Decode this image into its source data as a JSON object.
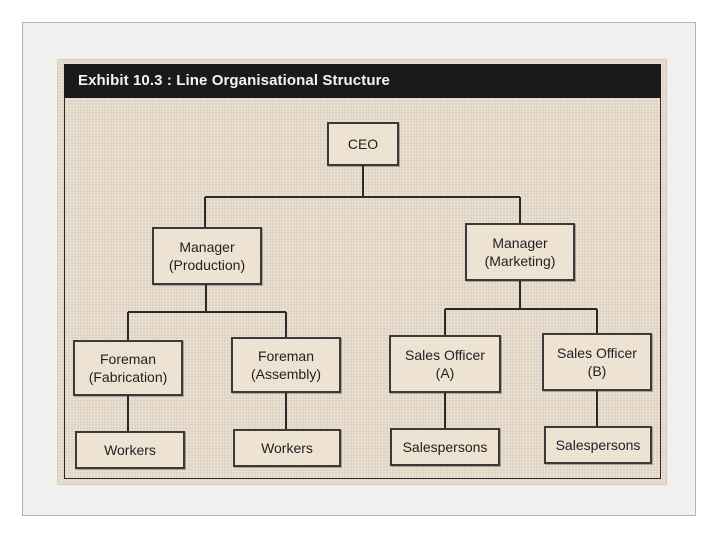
{
  "title": "Exhibit 10.3 : Line Organisational Structure",
  "nodes": {
    "ceo": "CEO",
    "manager_production": "Manager\n(Production)",
    "manager_marketing": "Manager\n(Marketing)",
    "foreman_fabrication": "Foreman\n(Fabrication)",
    "foreman_assembly": "Foreman\n(Assembly)",
    "sales_officer_a": "Sales Officer\n(A)",
    "sales_officer_b": "Sales Officer\n(B)",
    "workers_fabrication": "Workers",
    "workers_assembly": "Workers",
    "salespersons_a": "Salespersons",
    "salespersons_b": "Salespersons"
  },
  "colors": {
    "paper": "#ebdfcf",
    "title_bar": "#1a1a1a",
    "ink": "#2a2a2a"
  }
}
